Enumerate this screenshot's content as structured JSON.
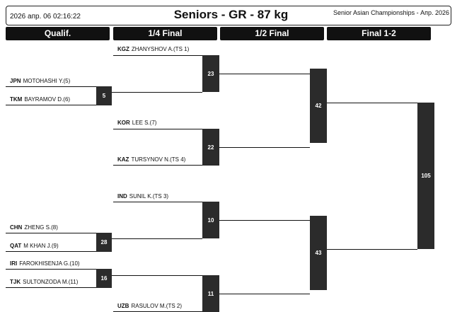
{
  "header": {
    "datetime": "2026 апр. 06 02:16:22",
    "title": "Seniors - GR - 87 kg",
    "event": "Senior Asian Championships - Апр. 2026"
  },
  "rounds": [
    "Qualif.",
    "1/4 Final",
    "1/2 Final",
    "Final 1-2"
  ],
  "athletes": {
    "zhanyshov": {
      "country": "KGZ",
      "name": "ZHANYSHOV A.(TS 1)"
    },
    "motohashi": {
      "country": "JPN",
      "name": "MOTOHASHI Y.(5)"
    },
    "bayramov": {
      "country": "TKM",
      "name": "BAYRAMOV D.(6)"
    },
    "lee": {
      "country": "KOR",
      "name": "LEE S.(7)"
    },
    "tursynov": {
      "country": "KAZ",
      "name": "TURSYNOV N.(TS 4)"
    },
    "sunil": {
      "country": "IND",
      "name": "SUNIL K.(TS 3)"
    },
    "zheng": {
      "country": "CHN",
      "name": "ZHENG S.(8)"
    },
    "khan": {
      "country": "QAT",
      "name": "M KHAN J.(9)"
    },
    "farokhisenja": {
      "country": "IRI",
      "name": "FAROKHISENJA G.(10)"
    },
    "sultonzoda": {
      "country": "TJK",
      "name": "SULTONZODA M.(11)"
    },
    "rasulov": {
      "country": "UZB",
      "name": "RASULOV M.(TS 2)"
    }
  },
  "matches": {
    "m5": "5",
    "m28": "28",
    "m16": "16",
    "m23": "23",
    "m22": "22",
    "m10": "10",
    "m11": "11",
    "m42": "42",
    "m43": "43",
    "m105": "105"
  }
}
